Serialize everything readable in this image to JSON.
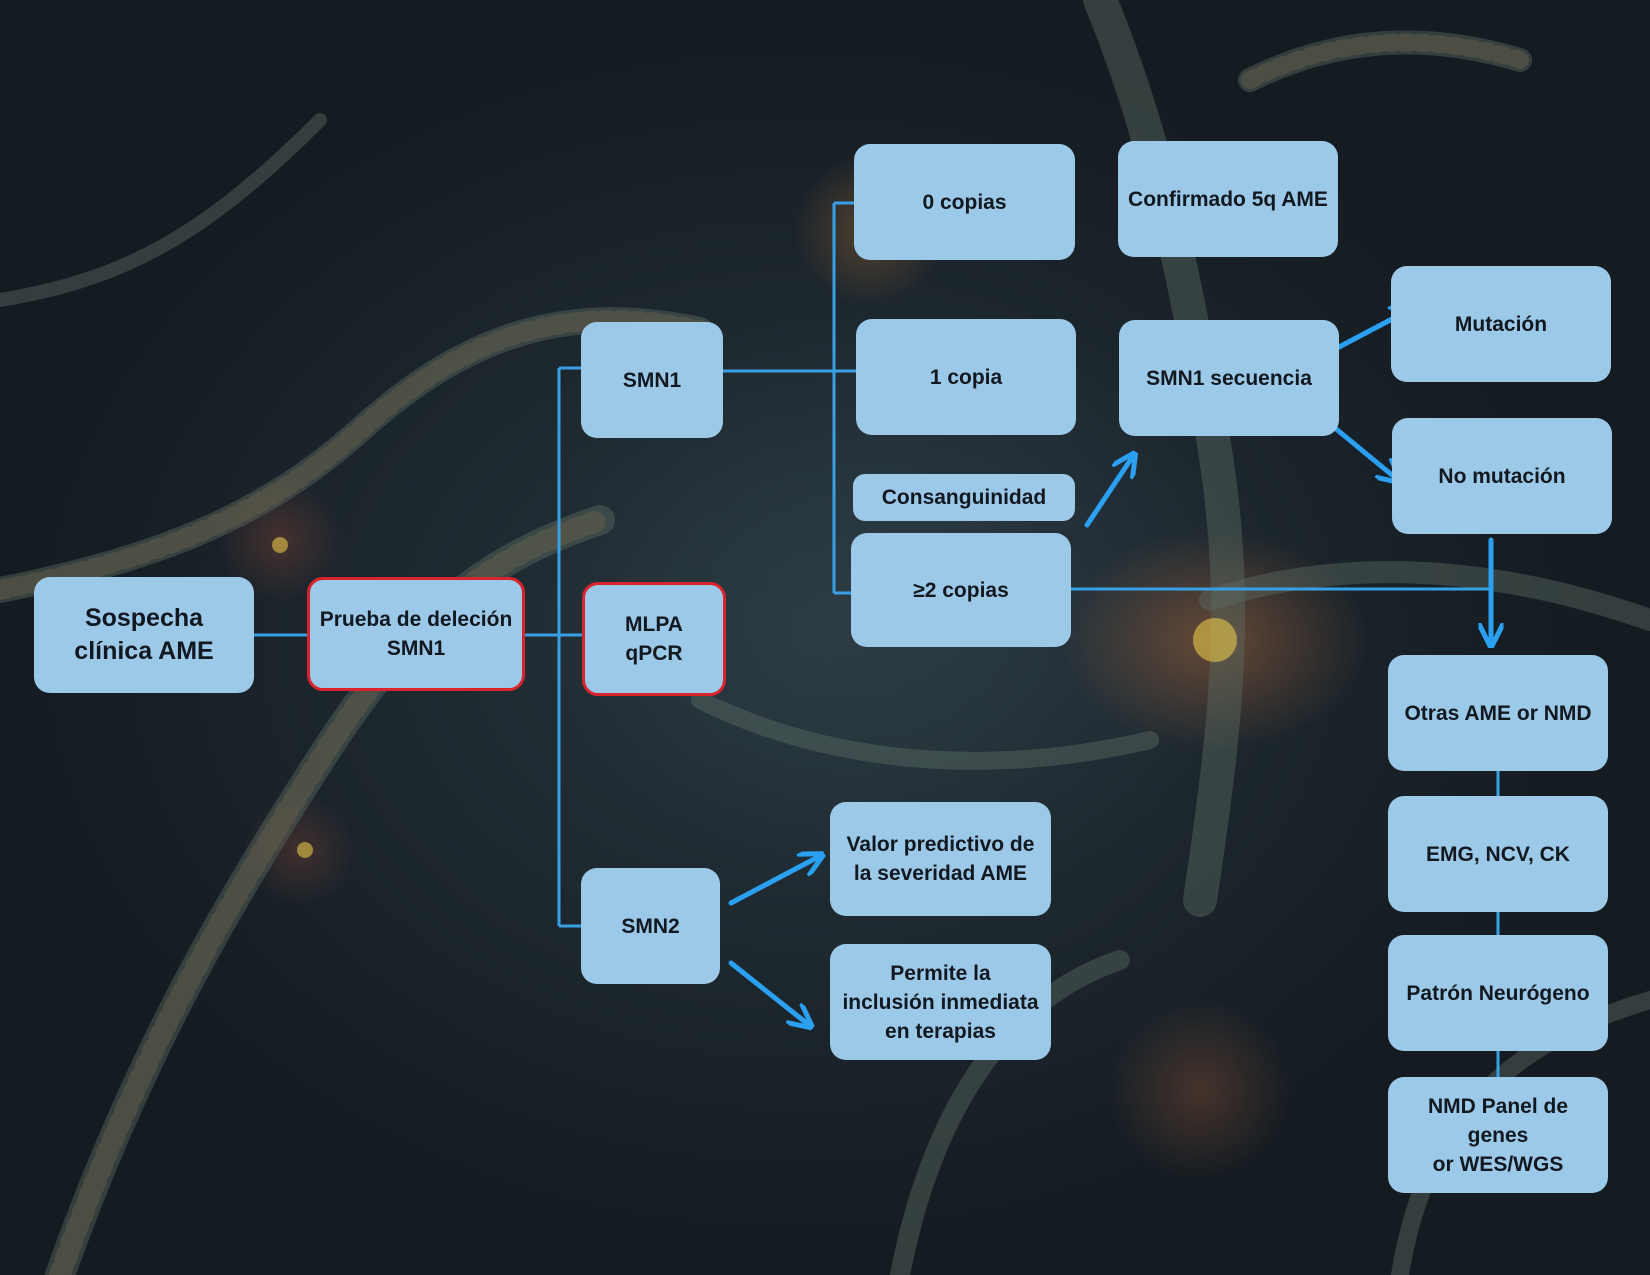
{
  "flowchart": {
    "start": "Sospecha\nclínica AME",
    "deletion_test": "Prueba de deleción\nSMN1",
    "method": "MLPA\nqPCR",
    "smn1": "SMN1",
    "smn2": "SMN2",
    "zero_copies": "0 copias",
    "one_copy": "1 copia",
    "consanguinity": "Consanguinidad",
    "two_copies": "≥2 copias",
    "confirmed": "Confirmado 5q AME",
    "sequencing": "SMN1 secuencia",
    "mutation": "Mutación",
    "no_mutation": "No mutación",
    "predictive": "Valor predictivo de\nla severidad AME",
    "inclusion": "Permite la\ninclusión inmediata\nen terapias",
    "other_sma": "Otras AME or NMD",
    "emg": "EMG, NCV, CK",
    "neurogenic": "Patrón Neurógeno",
    "panel": "NMD Panel de genes\nor WES/WGS"
  },
  "colors": {
    "box_fill": "#9cc9e8",
    "box_text": "#121820",
    "highlight_border": "#d9232d",
    "line": "#3aa0e6",
    "arrow": "#2ba0f0"
  }
}
